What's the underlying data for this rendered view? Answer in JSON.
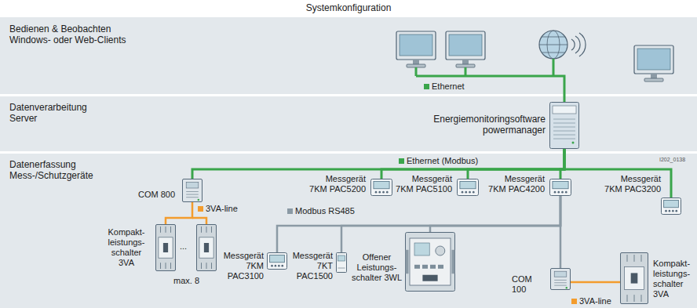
{
  "diagram": {
    "title": "Systemkonfiguration",
    "nodes": [
      {
        "text": [
          "Bedienen & Beobachten Windows- oder Web-Clients"
        ]
      },
      {
        "text": [
          "Datenverarbeitung Server"
        ]
      },
      {
        "text": [
          "Energiemonitoringsoftware powermanager"
        ],
        "in": 1
      },
      {
        "text": [
          "Datenerfassung Mess-/Schutzgeräte"
        ]
      },
      {
        "text": [
          "COM 800"
        ],
        "in": 3
      },
      {
        "text": [
          "Messgerät 7KM PAC5200"
        ],
        "in": 3
      },
      {
        "text": [
          "Messgerät 7KM PAC5100"
        ],
        "in": 3
      },
      {
        "text": [
          "Messgerät 7KM PAC4200"
        ],
        "in": 3
      },
      {
        "text": [
          "Messgerät 7KM PAC3200"
        ],
        "in": 3
      },
      {
        "text": [
          "Kompakt- leistungs- schalter 3VA"
        ],
        "in": 3
      },
      {
        "text": [
          "Messgerät 7KM PAC3100"
        ],
        "in": 3
      },
      {
        "text": [
          "Messgerät 7KT PAC1500"
        ],
        "in": 3
      },
      {
        "text": [
          "Offener Leistungs- schalter 3WL"
        ],
        "in": 3
      },
      {
        "text": [
          "COM 100"
        ],
        "in": 3
      },
      {
        "text": [
          "Kompakt- leistungs- schalter 3VA"
        ],
        "in": 3
      }
    ],
    "edges": [
      {
        "from": 2,
        "to": 4,
        "arrow": "none"
      },
      {
        "from": 2,
        "to": 5,
        "arrow": "none"
      },
      {
        "from": 2,
        "to": 6,
        "arrow": "none"
      },
      {
        "from": 2,
        "to": 7,
        "arrow": "none"
      },
      {
        "from": 2,
        "to": 8,
        "arrow": "none"
      },
      {
        "from": 7,
        "to": 10,
        "arrow": "none"
      },
      {
        "from": 7,
        "to": 11,
        "arrow": "none"
      },
      {
        "from": 7,
        "to": 12,
        "arrow": "none"
      },
      {
        "from": 7,
        "to": 13,
        "arrow": "none"
      },
      {
        "from": 4,
        "to": 9,
        "arrow": "none"
      },
      {
        "from": 13,
        "to": 14,
        "arrow": "none"
      }
    ],
    "labels": [
      "Ethernet",
      "Ethernet (Modbus)",
      "3VA-line",
      "Modbus RS485",
      "3VA-line",
      "...",
      "max. 8",
      "I202_0138"
    ]
  }
}
